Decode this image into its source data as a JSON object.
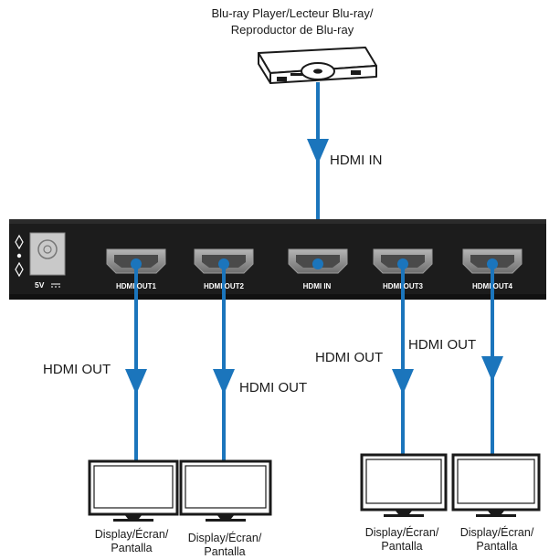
{
  "source": {
    "label_line1": "Blu-ray Player/Lecteur Blu-ray/",
    "label_line2": "Reproductor de Blu-ray",
    "icon": "blu-ray-player-icon"
  },
  "input": {
    "label": "HDMI IN"
  },
  "splitter": {
    "power_label": "5V",
    "ports": [
      {
        "label": "HDMI OUT1"
      },
      {
        "label": "HDMI OUT2"
      },
      {
        "label": "HDMI IN"
      },
      {
        "label": "HDMI OUT3"
      },
      {
        "label": "HDMI OUT4"
      }
    ]
  },
  "outputs": [
    {
      "cable_label": "HDMI OUT",
      "display_line1": "Display/Écran/",
      "display_line2": "Pantalla"
    },
    {
      "cable_label": "HDMI OUT",
      "display_line1": "Display/Écran/",
      "display_line2": "Pantalla"
    },
    {
      "cable_label": "HDMI OUT",
      "display_line1": "Display/Écran/",
      "display_line2": "Pantalla"
    },
    {
      "cable_label": "HDMI OUT",
      "display_line1": "Display/Écran/",
      "display_line2": "Pantalla"
    }
  ],
  "colors": {
    "cable": "#1b75bc",
    "device_body": "#1c1c1c",
    "port": "#8a8a8a"
  }
}
